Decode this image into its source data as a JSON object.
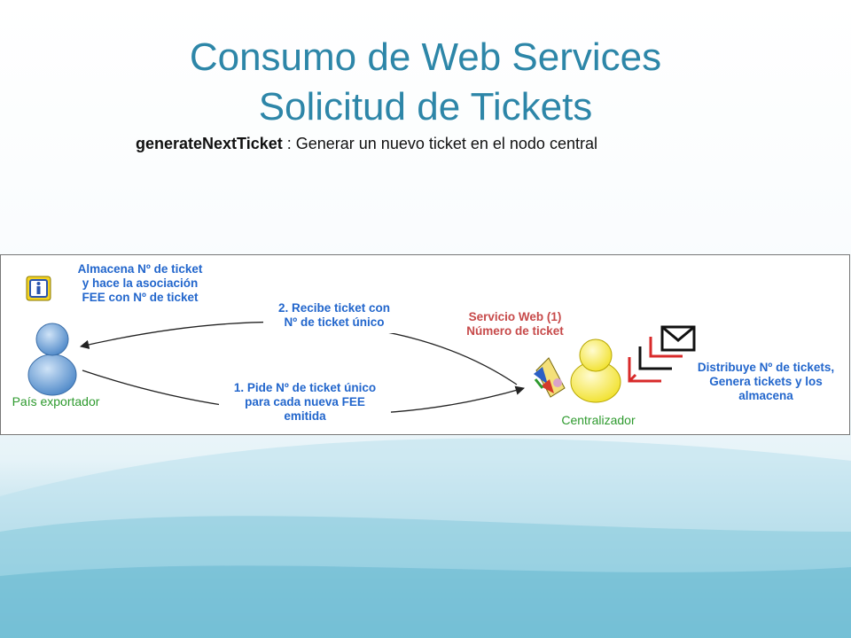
{
  "slide": {
    "title_line1": "Consumo de Web Services",
    "title_line2": "Solicitud de Tickets",
    "subtitle_method": "generateNextTicket",
    "subtitle_rest": " : Generar un nuevo ticket en el nodo central"
  },
  "diagram": {
    "info_label": "Almacena Nº de ticket\ny hace la asociación\nFEE con Nº de ticket",
    "step2_label": "2. Recibe ticket con\nNº de ticket único",
    "step1_label": "1. Pide Nº de ticket único\npara cada nueva FEE\nemitida",
    "service_label": "Servicio Web (1)\nNúmero de ticket",
    "distribute_label": "Distribuye Nº de tickets,\nGenera tickets y los\nalmacena",
    "exporter_label": "País exportador",
    "central_label": "Centralizador",
    "icons": [
      "info-icon",
      "user-blue-icon",
      "user-yellow-icon",
      "certificate-icon",
      "mail-stack-icon"
    ],
    "colors": {
      "blue_text": "#2266cc",
      "red_text": "#c74a4a",
      "green_text": "#2e9a2e",
      "title": "#2d86a8"
    }
  }
}
